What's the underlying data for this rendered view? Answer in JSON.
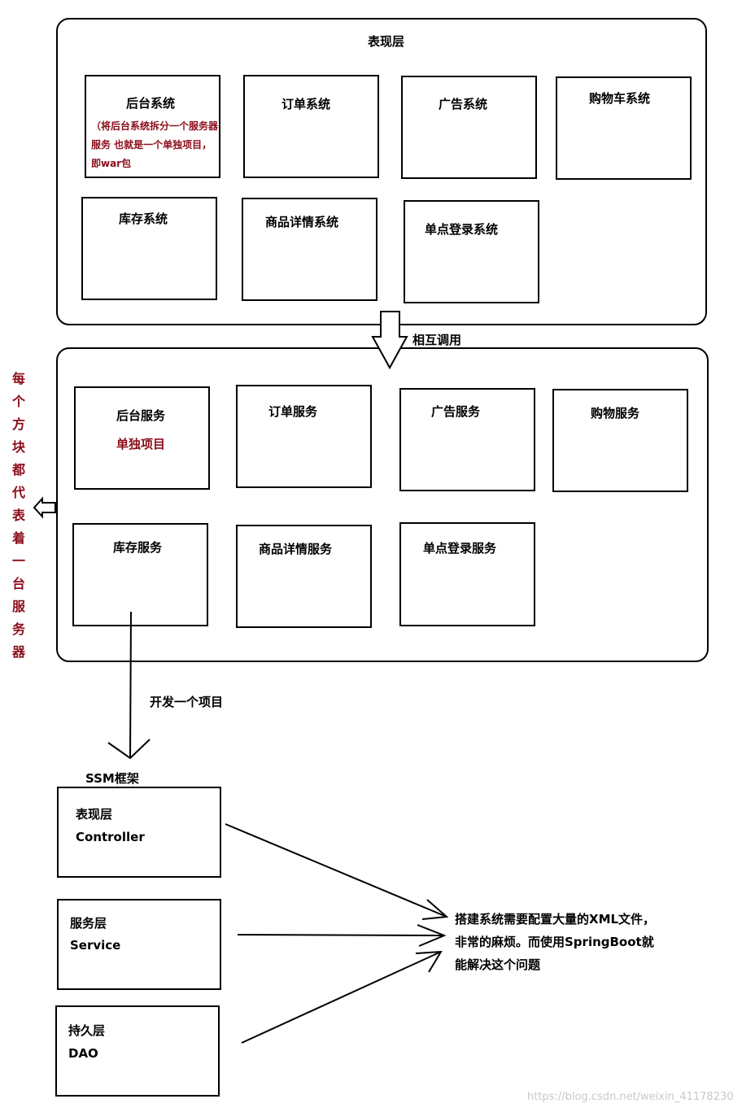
{
  "presentation_layer": {
    "title": "表现层",
    "systems": [
      {
        "label": "后台系统",
        "note": "（将后台系统拆分一个服务器服务  也就是一个单独项目，即war包"
      },
      {
        "label": "订单系统"
      },
      {
        "label": "广告系统"
      },
      {
        "label": "购物车系统"
      },
      {
        "label": "库存系统"
      },
      {
        "label": "商品详情系统"
      },
      {
        "label": "单点登录系统"
      }
    ]
  },
  "mutual_call_label": "相互调用",
  "service_layer": {
    "services": [
      {
        "label": "后台服务",
        "note": "单独项目"
      },
      {
        "label": "订单服务"
      },
      {
        "label": "广告服务"
      },
      {
        "label": "购物服务"
      },
      {
        "label": "库存服务"
      },
      {
        "label": "商品详情服务"
      },
      {
        "label": "单点登录服务"
      }
    ]
  },
  "side_note_chars": [
    "每",
    "个",
    "方",
    "块",
    "都",
    "代",
    "表",
    "着",
    "一",
    "台",
    "服",
    "务",
    "器"
  ],
  "develop_label": "开发一个项目",
  "ssm": {
    "title": "SSM框架",
    "layers": [
      {
        "name": "表现层",
        "tech": "Controller"
      },
      {
        "name": "服务层",
        "tech": "Service"
      },
      {
        "name": "持久层",
        "tech": "DAO"
      }
    ]
  },
  "conclusion": {
    "line1": "搭建系统需要配置大量的XML文件，",
    "line2": "非常的麻烦。而使用SpringBoot就",
    "line3": "能解决这个问题"
  },
  "watermark": "https://blog.csdn.net/weixin_41178230",
  "colors": {
    "note_red": "#8b0d1a",
    "line": "#000000"
  }
}
